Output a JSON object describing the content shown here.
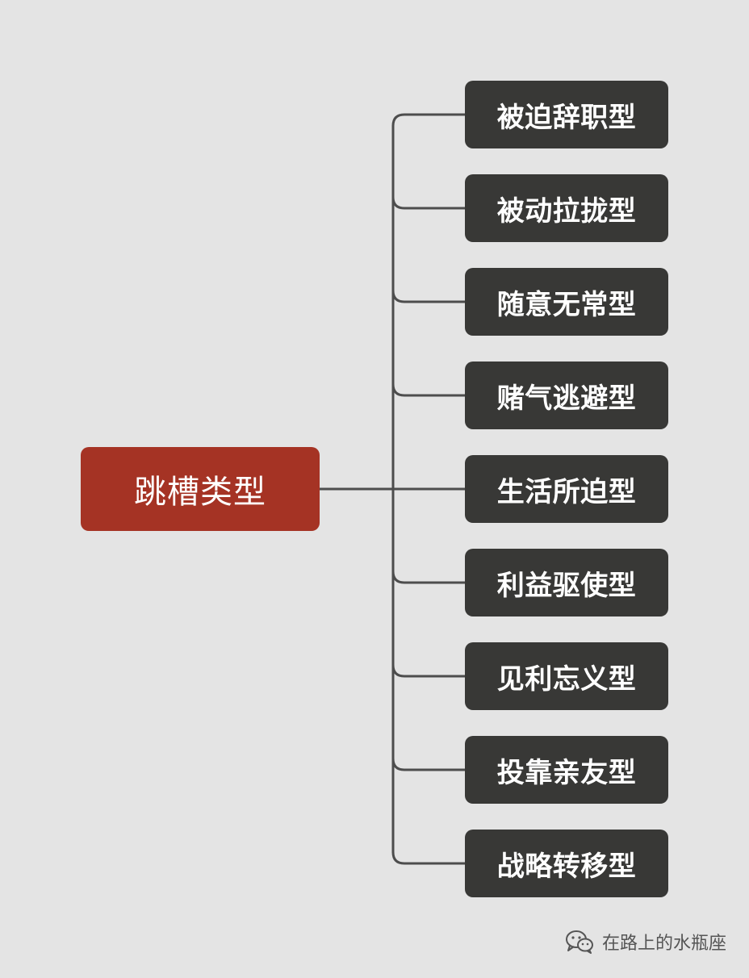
{
  "diagram": {
    "root": {
      "label": "跳槽类型",
      "color": "#a53324"
    },
    "branches": [
      "被迫辞职型",
      "被动拉拢型",
      "随意无常型",
      "赌气逃避型",
      "生活所迫型",
      "利益驱使型",
      "见利忘义型",
      "投靠亲友型",
      "战略转移型"
    ],
    "branch_color": "#383836",
    "line_color": "#4d4d4d",
    "background_color": "#e4e4e4"
  },
  "watermark": {
    "icon": "wechat-icon",
    "text": "在路上的水瓶座"
  }
}
